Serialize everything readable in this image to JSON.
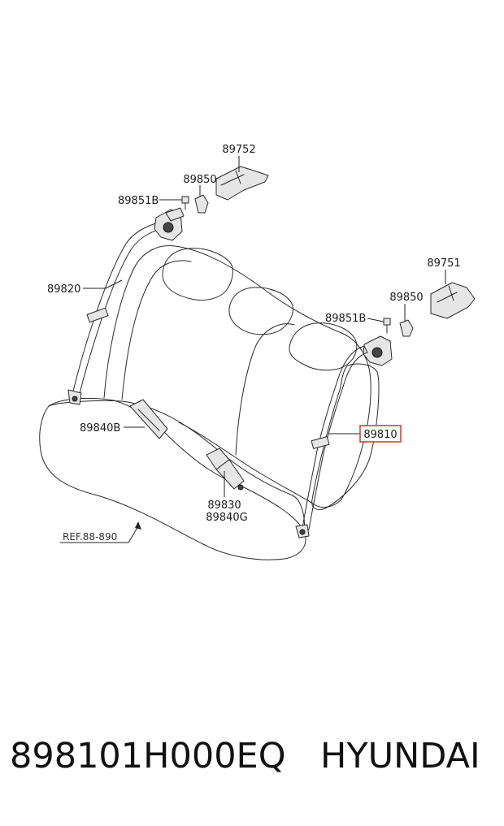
{
  "labels": {
    "l89752": "89752",
    "l89850_top": "89850",
    "l89851B_top": "89851B",
    "l89820": "89820",
    "l89751": "89751",
    "l89850_right": "89850",
    "l89851B_right": "89851B",
    "l89810": "89810",
    "l89840B": "89840B",
    "l89830": "89830",
    "l89840G": "89840G",
    "ref": "REF.88-890"
  },
  "highlight_color": "#d9342b",
  "footer": {
    "part_number": "898101H000EQ",
    "brand": "HYUNDAI"
  }
}
